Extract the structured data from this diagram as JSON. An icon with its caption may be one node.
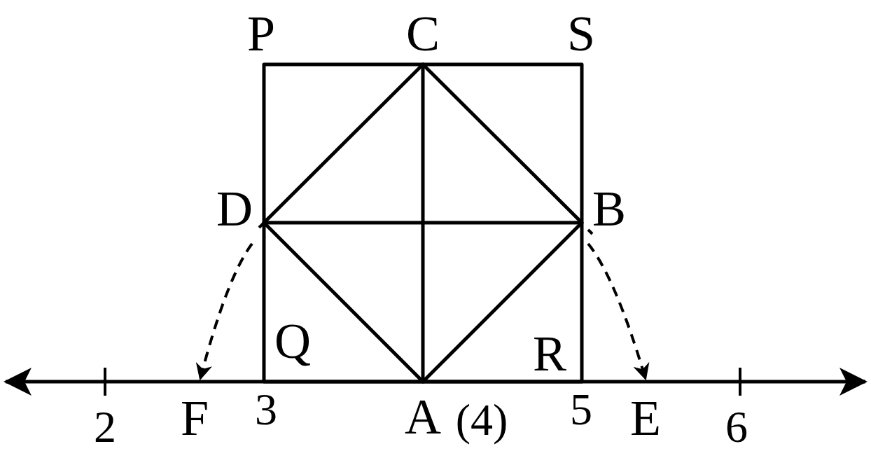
{
  "diagram": {
    "nodes": [
      {
        "text": [
          "D"
        ]
      },
      {
        "text": [
          "B"
        ]
      },
      {
        "text": [
          "F"
        ]
      },
      {
        "text": [
          "E"
        ]
      }
    ],
    "edges": [
      {
        "from": 0,
        "to": 2,
        "arrow": "to",
        "style": "dashed"
      },
      {
        "from": 1,
        "to": 3,
        "arrow": "to",
        "style": "dashed"
      }
    ],
    "labels": [
      "P",
      "C",
      "S",
      "Q",
      "R",
      "2",
      "3",
      "A",
      "(4)",
      "5",
      "6"
    ]
  }
}
